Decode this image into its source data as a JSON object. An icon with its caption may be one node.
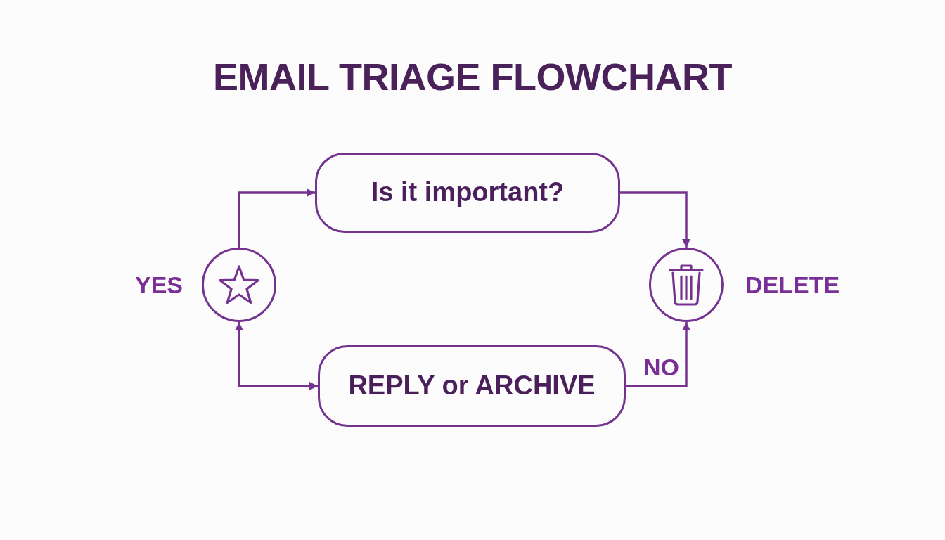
{
  "diagram": {
    "title": "EMAIL TRIAGE FLOWCHART",
    "nodes": [
      {
        "text": [
          "Is it important?"
        ]
      },
      {
        "text": [],
        "shape": "circle",
        "beside": [
          "YES"
        ]
      },
      {
        "text": [],
        "shape": "circle",
        "beside": [
          "DELETE"
        ]
      },
      {
        "text": [
          "REPLY or ARCHIVE"
        ]
      }
    ],
    "edges": [
      {
        "from": 1,
        "to": 0,
        "arrow": "to"
      },
      {
        "from": 0,
        "to": 2,
        "arrow": "to"
      },
      {
        "from": 1,
        "to": 3,
        "arrow": "both"
      },
      {
        "from": 3,
        "to": 2,
        "arrow": "to",
        "label": "NO"
      }
    ]
  }
}
